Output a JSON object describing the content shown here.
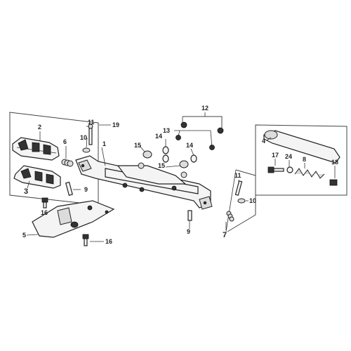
{
  "labels": {
    "l1": "1",
    "l2": "2",
    "l3": "3",
    "l4": "4",
    "l5": "5",
    "l6": "6",
    "l7": "7",
    "l8": "8",
    "l9a": "9",
    "l9b": "9",
    "l10a": "10",
    "l10b": "10",
    "l11a": "11",
    "l11b": "11",
    "l12": "12",
    "l13": "13",
    "l14a": "14",
    "l14b": "14",
    "l15a": "15",
    "l15b": "15",
    "l16a": "16",
    "l16b": "16",
    "l17": "17",
    "l18": "18",
    "l19": "19",
    "l24": "24"
  }
}
